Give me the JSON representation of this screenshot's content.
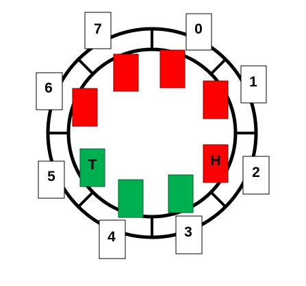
{
  "diagram": {
    "type": "circular-buffer",
    "segment_count": 8,
    "segment_labels": [
      "7",
      "0",
      "1",
      "6",
      "5",
      "2",
      "4",
      "3"
    ],
    "slots": [
      {
        "id": "slot-a",
        "color": "#ff0000",
        "text": ""
      },
      {
        "id": "slot-b",
        "color": "#ff0000",
        "text": ""
      },
      {
        "id": "slot-c",
        "color": "#ff0000",
        "text": ""
      },
      {
        "id": "slot-d",
        "color": "#ff0000",
        "text": ""
      },
      {
        "id": "slot-e",
        "color": "#ff0000",
        "text": "H"
      },
      {
        "id": "slot-f",
        "color": "#00b050",
        "text": "T"
      },
      {
        "id": "slot-g",
        "color": "#00b050",
        "text": ""
      },
      {
        "id": "slot-h",
        "color": "#00b050",
        "text": ""
      }
    ],
    "colors": {
      "filled": "#ff0000",
      "empty_marked": "#00b050",
      "outline": "#000000",
      "background": "#ffffff"
    }
  }
}
